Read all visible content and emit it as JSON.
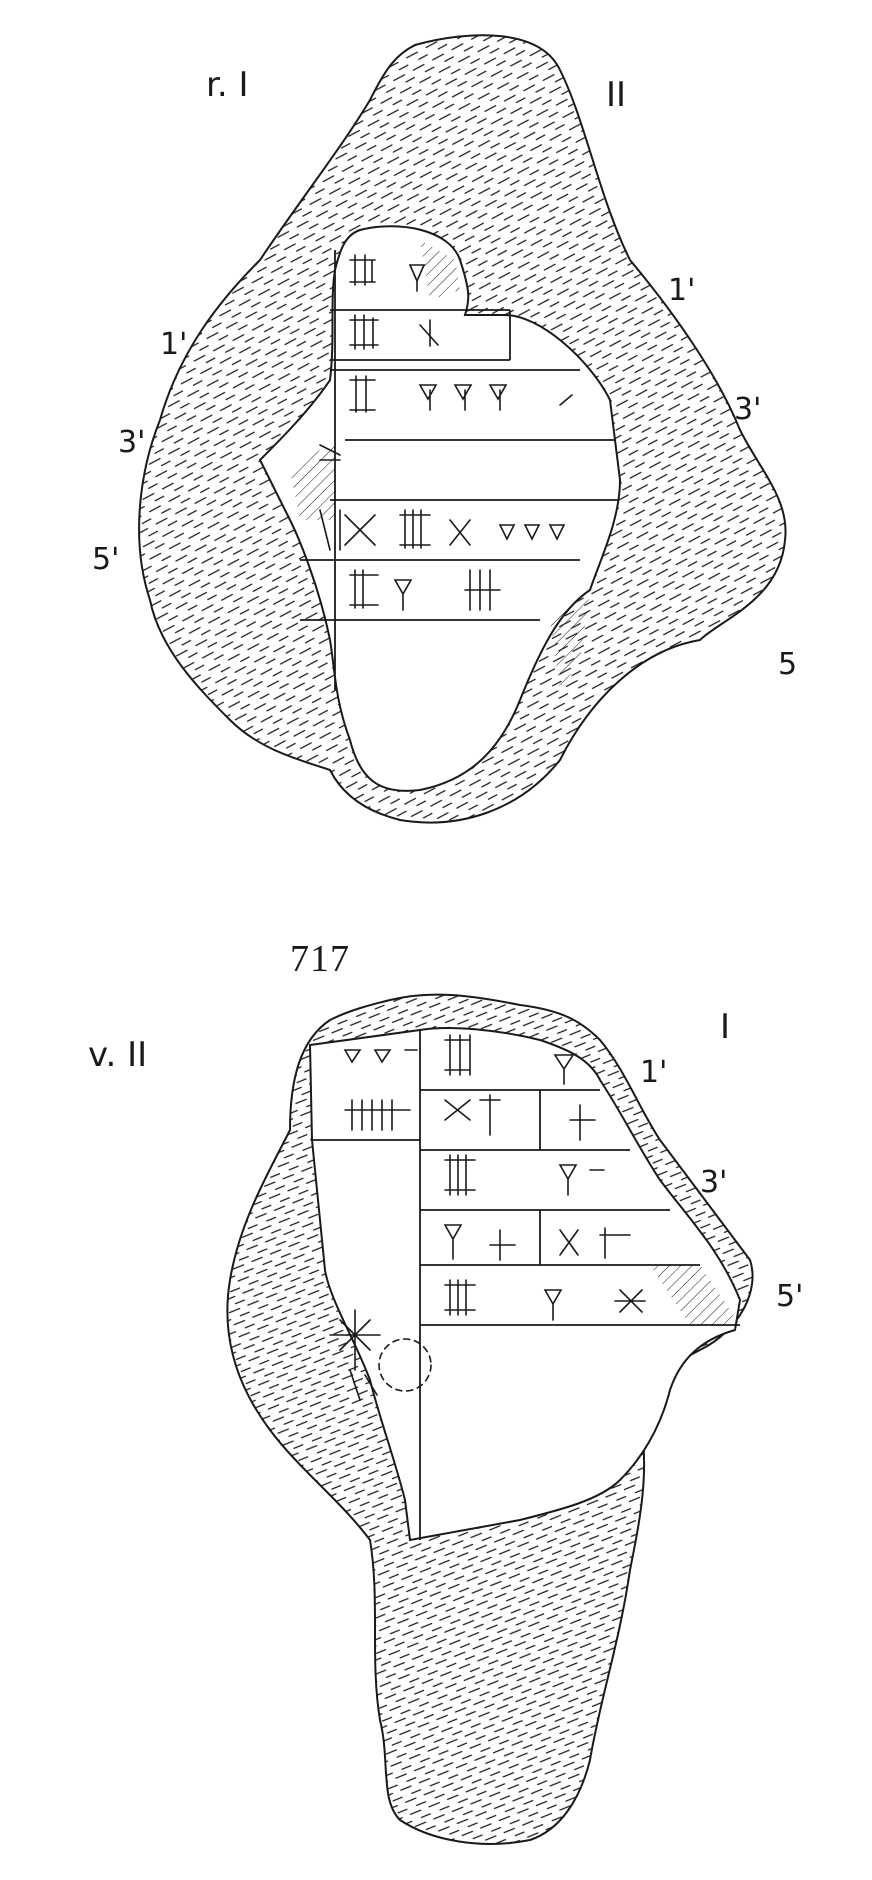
{
  "plate": {
    "number": "717",
    "obverse": {
      "face_label": "r. I",
      "column_right": "II",
      "left_lines": [
        "1'",
        "3'",
        "5'"
      ],
      "right_lines": [
        "1'",
        "3'",
        "5"
      ]
    },
    "reverse": {
      "face_label": "v. II",
      "column_right": "I",
      "right_lines": [
        "1'",
        "3'",
        "5'"
      ]
    }
  },
  "colors": {
    "ink": "#1a1a1a",
    "paper": "#ffffff"
  }
}
